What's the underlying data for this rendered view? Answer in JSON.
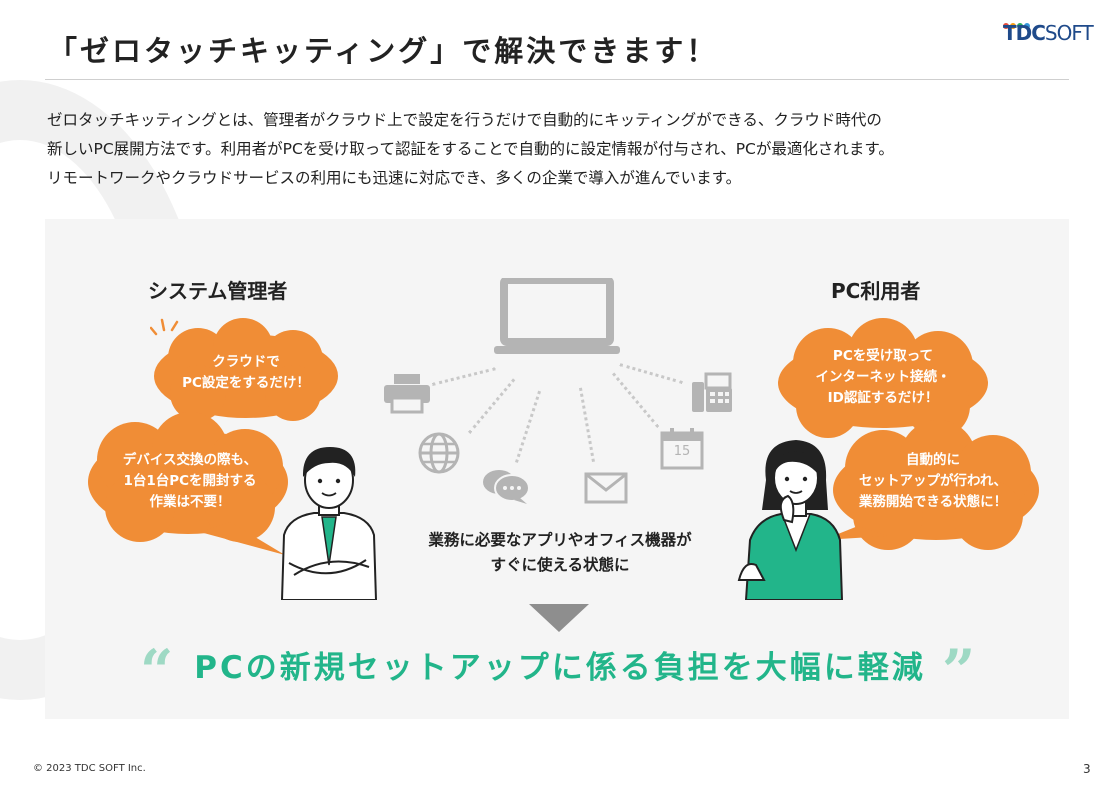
{
  "header": {
    "title": "「ゼロタッチキッティング」で解決できます！",
    "logo_tdc": "TDC",
    "logo_soft": "SOFT",
    "logo_colors": [
      "#e74c3c",
      "#f39c12",
      "#27ae60",
      "#3498db"
    ]
  },
  "intro": {
    "line1": "ゼロタッチキッティングとは、管理者がクラウド上で設定を行うだけで自動的にキッティングができる、クラウド時代の",
    "line2": "新しいPC展開方法です。利用者がPCを受け取って認証をすることで自動的に設定情報が付与され、PCが最適化されます。",
    "line3": "リモートワークやクラウドサービスの利用にも迅速に対応でき、多くの企業で導入が進んでいます。"
  },
  "admin": {
    "role": "システム管理者",
    "bubble1": [
      "クラウドで",
      "PC設定をするだけ！"
    ],
    "bubble2": [
      "デバイス交換の際も、",
      "1台1台PCを開封する",
      "作業は不要！"
    ]
  },
  "user": {
    "role": "PC利用者",
    "bubble1": [
      "PCを受け取って",
      "インターネット接続・",
      "ID認証するだけ！"
    ],
    "bubble2": [
      "自動的に",
      "セットアップが行われ、",
      "業務開始できる状態に！"
    ]
  },
  "center": {
    "line1": "業務に必要なアプリやオフィス機器が",
    "line2": "すぐに使える状態に",
    "calendar_day": "15"
  },
  "headline": {
    "open_quote": "“",
    "text": "PCの新規セットアップに係る負担を大幅に軽減",
    "close_quote": "”"
  },
  "footer": {
    "copyright": "© 2023 TDC SOFT Inc.",
    "page": "3"
  },
  "colors": {
    "orange": "#f08d36",
    "green": "#22b58a",
    "gray_icon": "#b4b4b4"
  }
}
